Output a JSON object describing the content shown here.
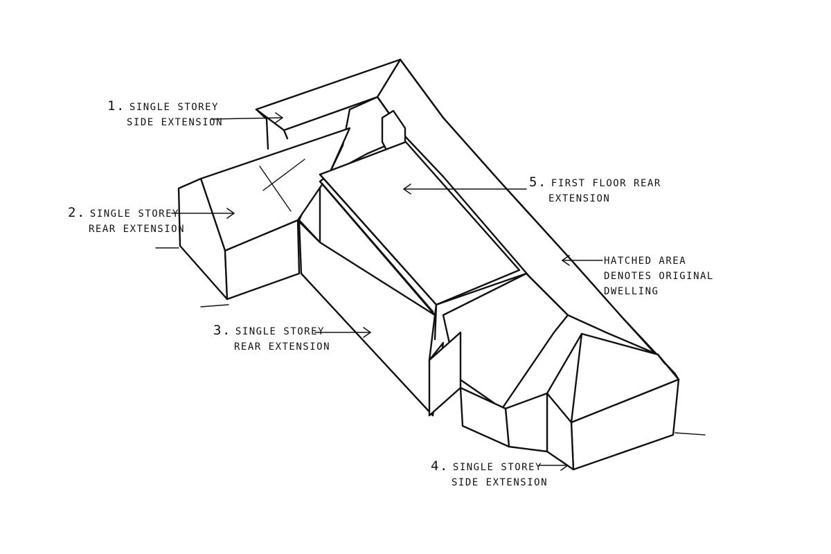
{
  "labels": {
    "l1": {
      "num": "1.",
      "line1": "SINGLE STOREY",
      "line2": "SIDE EXTENSION"
    },
    "l2": {
      "num": "2.",
      "line1": "SINGLE STOREY",
      "line2": "REAR EXTENSION"
    },
    "l3": {
      "num": "3.",
      "line1": "SINGLE STOREY",
      "line2": "REAR EXTENSION"
    },
    "l4": {
      "num": "4.",
      "line1": "SINGLE STOREY",
      "line2": "SIDE EXTENSION"
    },
    "l5": {
      "num": "5.",
      "line1": "FIRST FLOOR REAR",
      "line2": "EXTENSION"
    },
    "hatch": {
      "line1": "HATCHED AREA",
      "line2": "DENOTES ORIGINAL",
      "line3": "DWELLING"
    }
  },
  "colors": {
    "ink": "#111111",
    "paper": "#ffffff"
  }
}
